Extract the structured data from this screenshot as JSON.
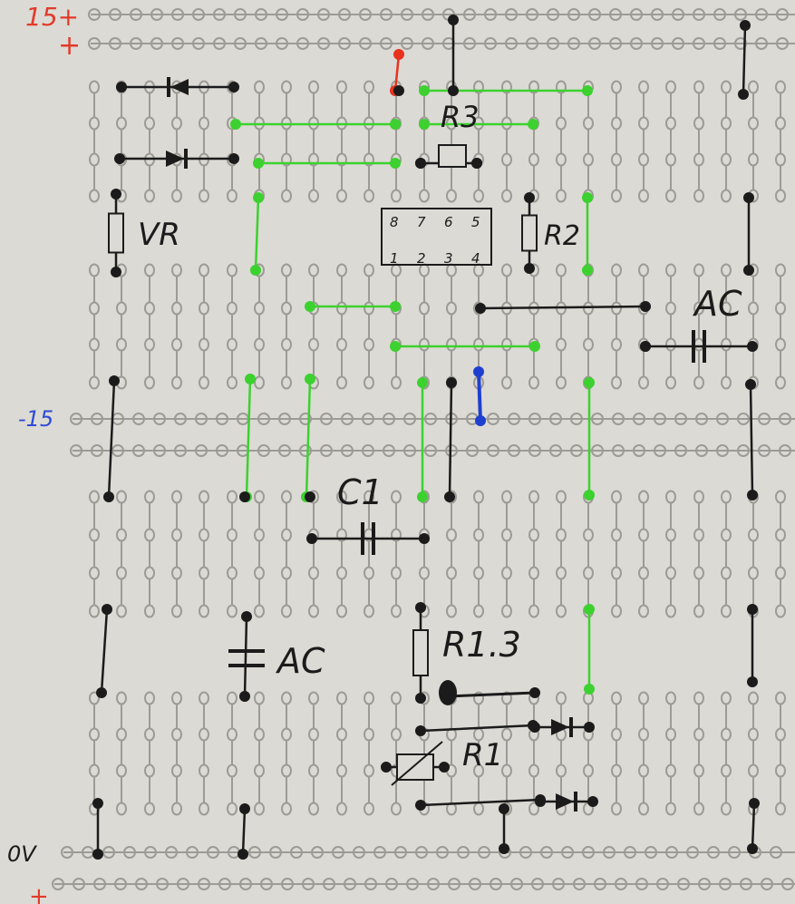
{
  "colors": {
    "paper": "#dcdad4",
    "grid": "#9d9b96",
    "ink": "#1b1b1b",
    "green": "#3cd12f",
    "red": "#e8321f",
    "blue": "#1f3fd0",
    "label_red": "#e23a2a",
    "label_blue": "#2d4bd6"
  },
  "rails": {
    "plus15_label": "15+",
    "plus_mark": "+",
    "minus15_label": "-15",
    "zero_label": "0V",
    "bottom_plus_mark": "+"
  },
  "components": {
    "vr_label": "VR",
    "r3_label": "R3",
    "ic_pins_top": [
      "8",
      "7",
      "6",
      "5"
    ],
    "ic_pins_bottom": [
      "1",
      "2",
      "3",
      "4"
    ],
    "r2_label": "R2",
    "ac_right_label": "AC",
    "c1_label": "C1",
    "ac_left_label": "AC",
    "r13_label": "R1.3",
    "r1_label": "R1"
  }
}
